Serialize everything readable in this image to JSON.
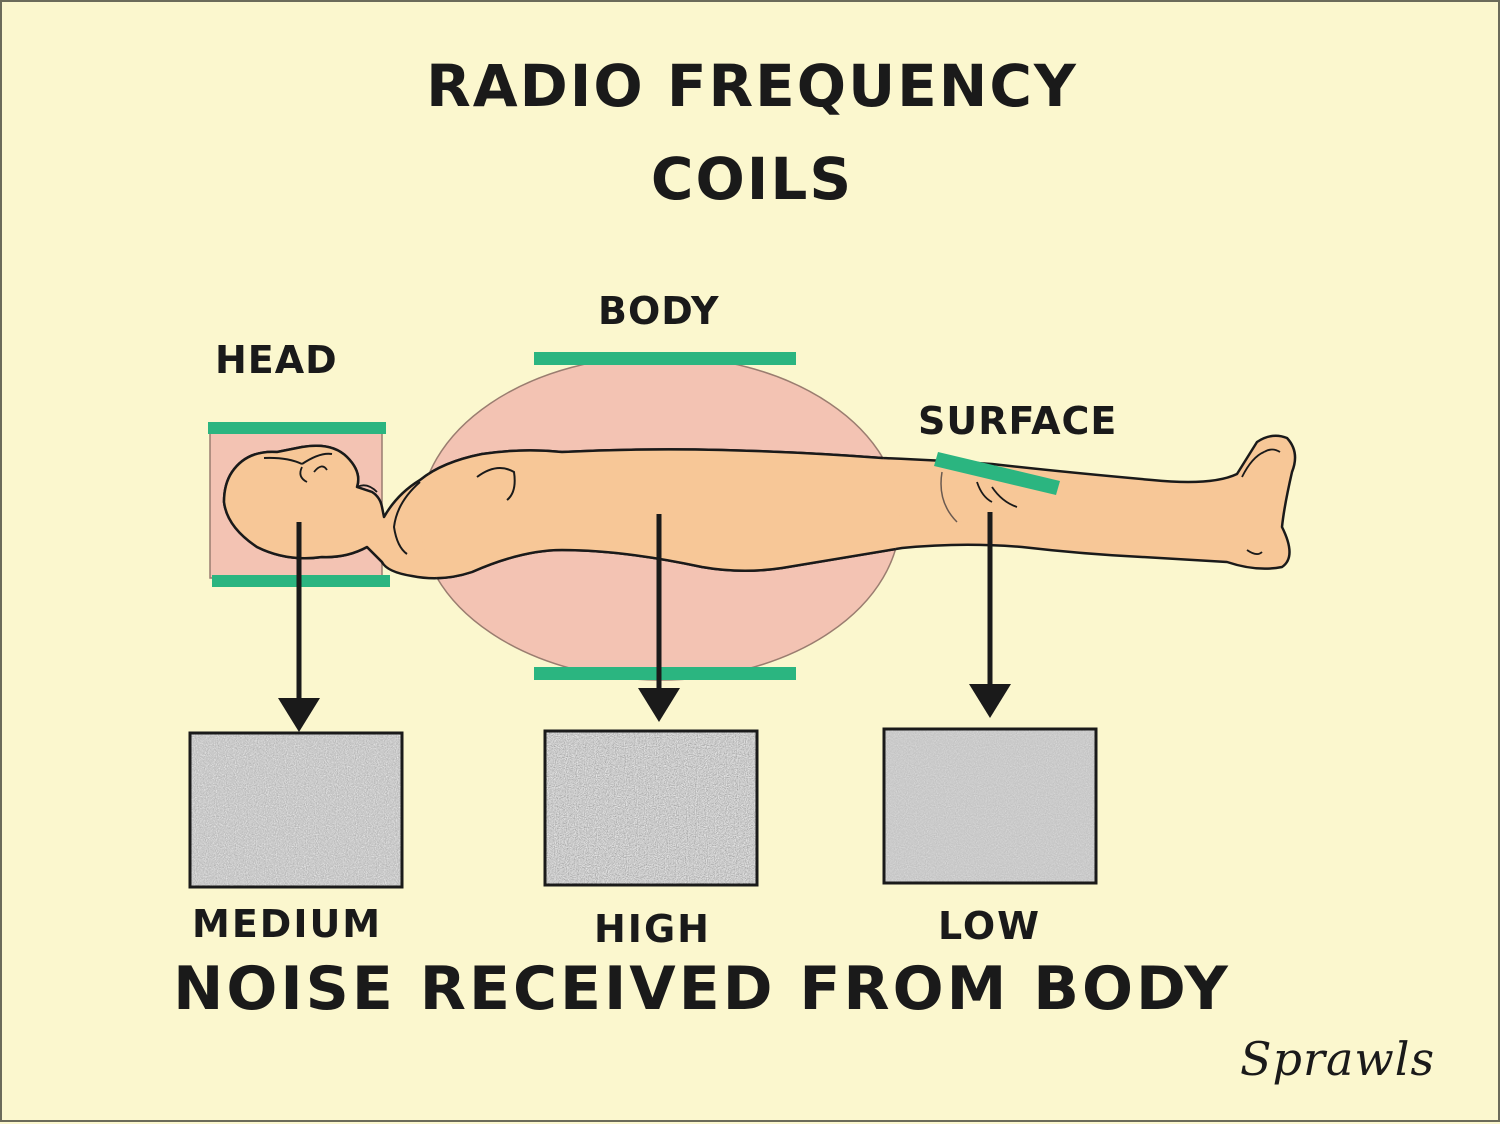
{
  "title": {
    "line1": "RADIO FREQUENCY",
    "line2": "COILS"
  },
  "coils": [
    {
      "label": "HEAD",
      "noise_level": "MEDIUM"
    },
    {
      "label": "BODY",
      "noise_level": "HIGH"
    },
    {
      "label": "SURFACE",
      "noise_level": "LOW"
    }
  ],
  "bottom_title": "NOISE RECEIVED FROM BODY",
  "signature": "Sprawls",
  "colors": {
    "background": "#fbf7ce",
    "coil": "#2bb580",
    "body_fov": "#f3c3b3",
    "patient_in_coil": "#ec9b7d",
    "patient_skin": "#f7c797",
    "noise_box": "#b7b7b7"
  }
}
